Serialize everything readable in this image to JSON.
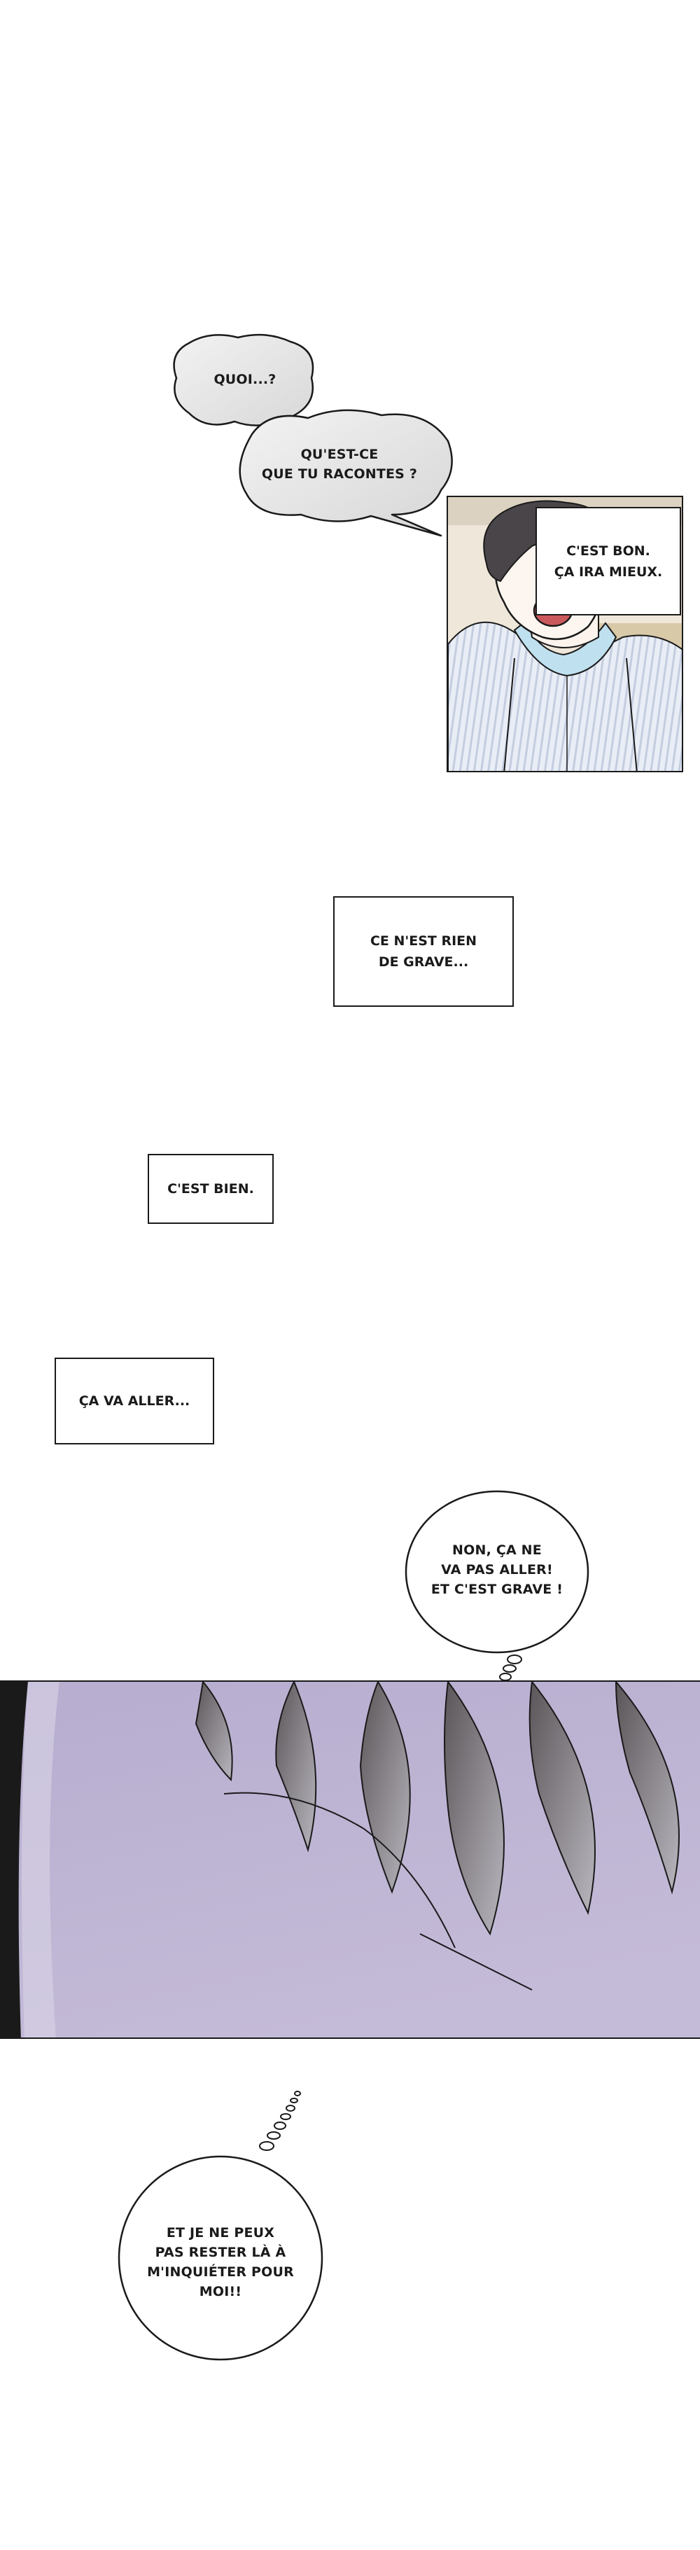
{
  "bubbles": {
    "quoi": "QUOI...?",
    "quest_ce": "QU'EST-CE\nQUE TU RACONTES ?",
    "non_ca_ne": "NON, ÇA NE\nVA PAS ALLER!\nET C'EST GRAVE !",
    "et_je_ne_peux": "ET JE NE PEUX\nPAS RESTER LÀ À\nM'INQUIÉTER POUR\nMOI!!"
  },
  "narration": {
    "cest_bon": "C'EST BON.\nÇA IRA MIEUX.",
    "ce_nest_rien": "CE N'EST RIEN\nDE GRAVE...",
    "cest_bien": "C'EST BIEN.",
    "ca_va_aller": "ÇA VA ALLER..."
  },
  "colors": {
    "ink": "#1a1a1a",
    "bubble_gray": "#e6e6e6",
    "lavender": "#b8b0cf",
    "shirt_stripe": "#c9d3e6",
    "collar_blue": "#bfe0ef"
  }
}
